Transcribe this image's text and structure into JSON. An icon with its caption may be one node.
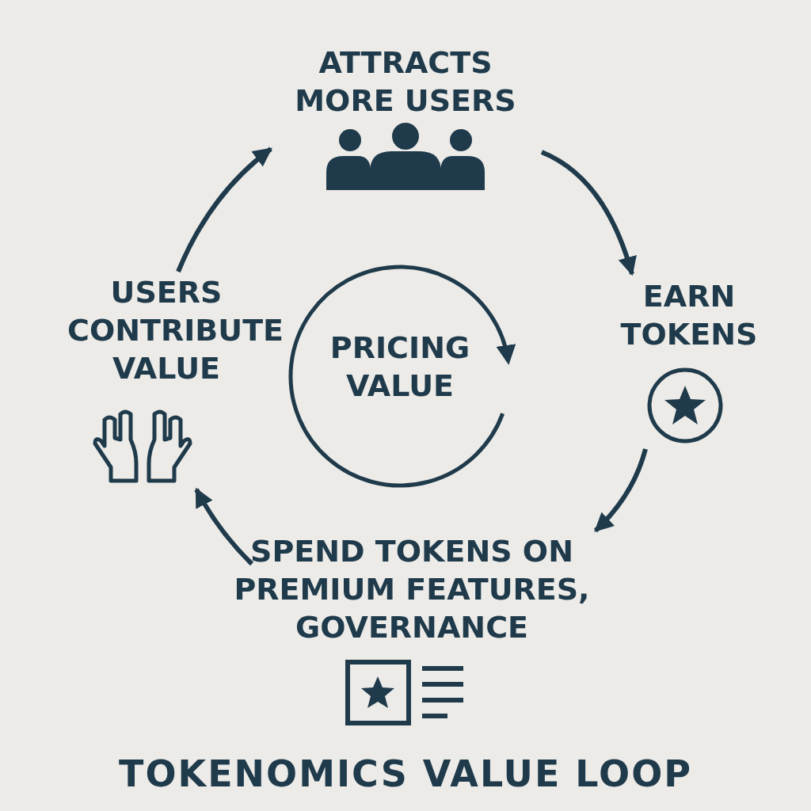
{
  "diagram": {
    "title": "TOKENOMICS VALUE LOOP",
    "nodes": [
      {
        "text": [
          "ATTRACTS MORE USERS"
        ]
      },
      {
        "text": [
          "EARN TOKENS"
        ]
      },
      {
        "text": [
          "SPEND TOKENS ON PREMIUM FEATURES, GOVERNANCE"
        ]
      },
      {
        "text": [
          "USERS CONTRIBUTE VALUE"
        ]
      },
      {
        "text": [
          "PRICING VALUE"
        ]
      }
    ],
    "edges": [
      {
        "from": 0,
        "to": 1,
        "arrow": "to"
      },
      {
        "from": 1,
        "to": 2,
        "arrow": "to"
      },
      {
        "from": 2,
        "to": 3,
        "arrow": "to"
      },
      {
        "from": 3,
        "to": 0,
        "arrow": "to"
      }
    ]
  }
}
